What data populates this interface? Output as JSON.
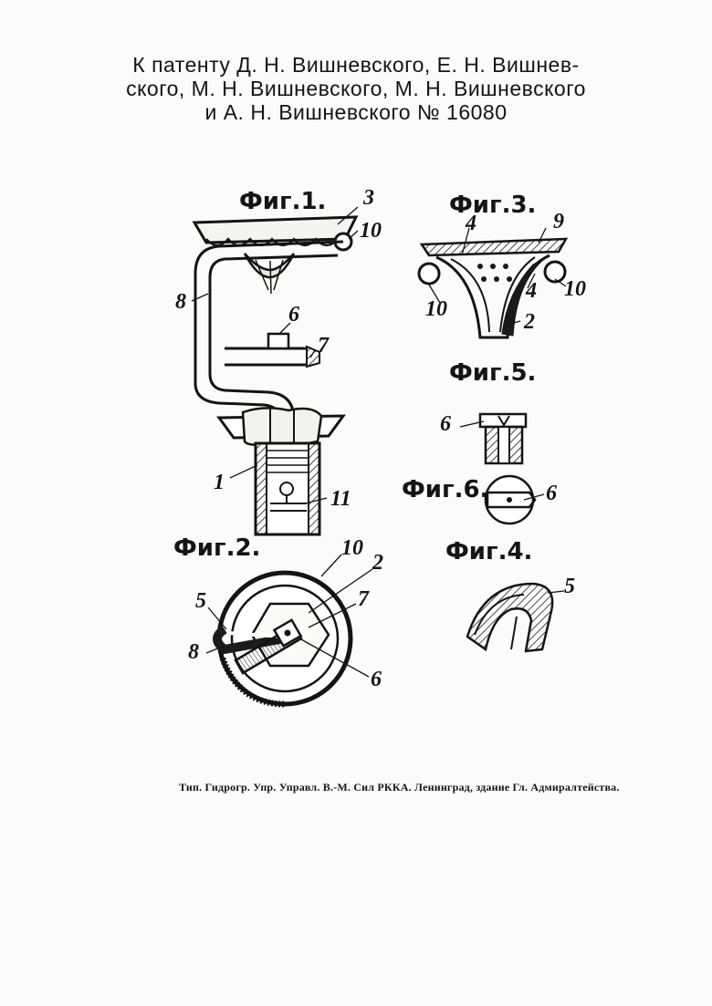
{
  "header": {
    "line1": "К патенту Д. Н. Вишневского, Е. Н. Вишнев-",
    "line2": "ского, М. Н. Вишневского, М. Н. Вишневского",
    "line3": "и А. Н. Вишневского № 16080"
  },
  "figures": {
    "fig1": "Фиг.1.",
    "fig2": "Фиг.2.",
    "fig3": "Фиг.3.",
    "fig4": "Фиг.4.",
    "fig5": "Фиг.5.",
    "fig6": "Фиг.6."
  },
  "labels": {
    "fig1": [
      "3",
      "10",
      "8",
      "6",
      "7",
      "1",
      "11"
    ],
    "fig2": [
      "10",
      "2",
      "5",
      "7",
      "8",
      "6"
    ],
    "fig3": [
      "9",
      "4",
      "10",
      "4",
      "10",
      "2"
    ],
    "fig4": [
      "5"
    ],
    "fig5": [
      "6"
    ],
    "fig6": [
      "6"
    ]
  },
  "footer": "Тип. Гидрогр. Упр. Управл. В.-М. Сил РККА. Ленинград, здание Гл. Адмиралтейства."
}
